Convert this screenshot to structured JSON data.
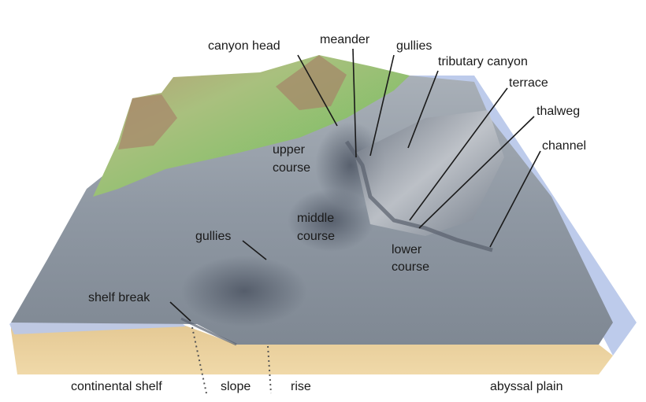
{
  "labels": {
    "canyon_head": "canyon head",
    "meander": "meander",
    "gullies_top": "gullies",
    "tributary_canyon": "tributary canyon",
    "terrace": "terrace",
    "thalweg": "thalweg",
    "channel": "channel",
    "upper_course_1": "upper",
    "upper_course_2": "course",
    "middle_course_1": "middle",
    "middle_course_2": "course",
    "gullies_left": "gullies",
    "lower_course_1": "lower",
    "lower_course_2": "course",
    "shelf_break": "shelf break"
  },
  "zones": {
    "continental_shelf": "continental shelf",
    "slope": "slope",
    "rise": "rise",
    "abyssal_plain": "abyssal plain"
  },
  "colors": {
    "water": "#b9c8ea",
    "seafloor": "#8e98a4",
    "sediment": "#ecd3a0",
    "land_green": "#8fc26a",
    "land_brown": "#9c7a5a"
  }
}
